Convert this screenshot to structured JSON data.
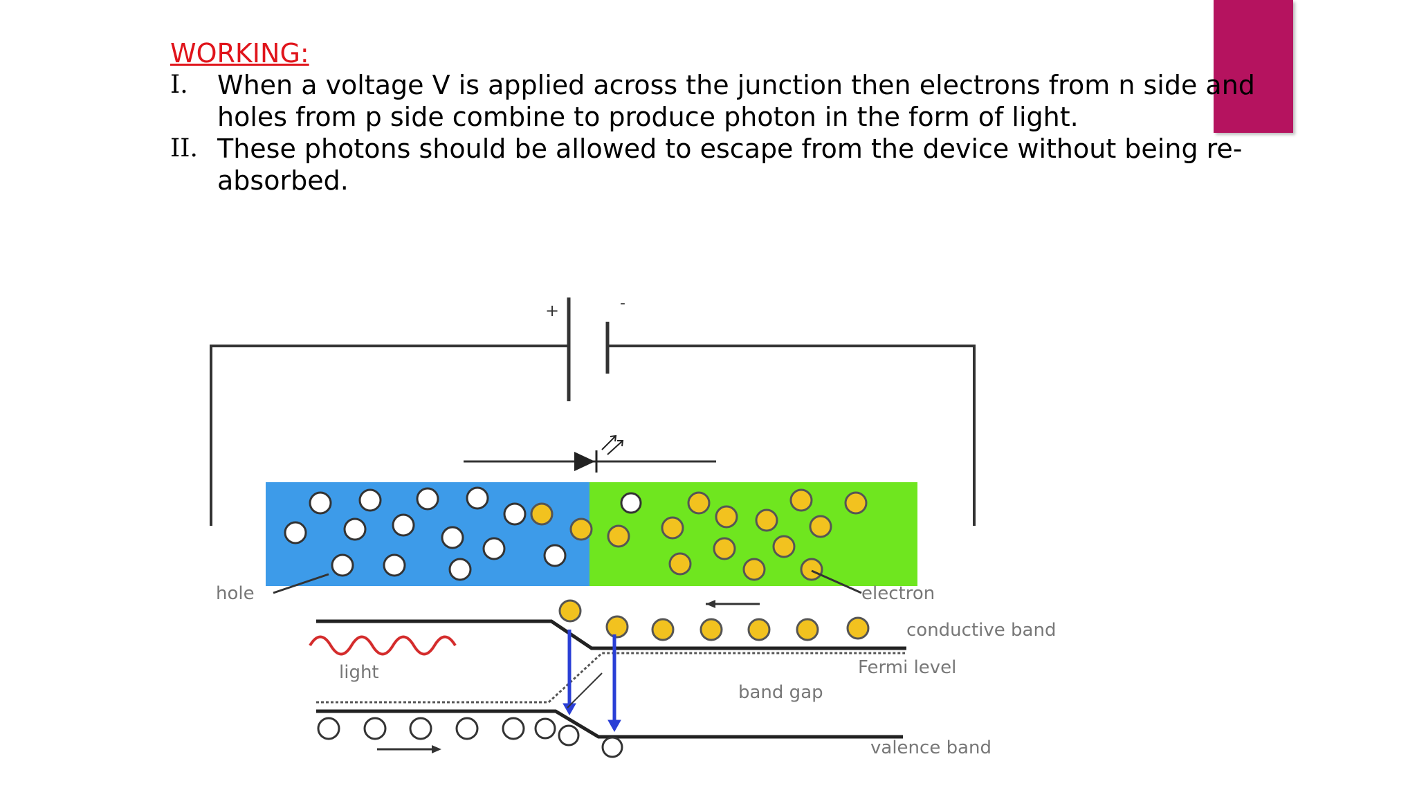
{
  "slide": {
    "heading": "WORKING:",
    "points": [
      {
        "marker": "I.",
        "text": "When a voltage V is applied across the junction then electrons from n side and holes from p side combine to produce photon in the form of light."
      },
      {
        "marker": "II.",
        "text": "These photons should be allowed to escape from the device without being re-absorbed."
      }
    ]
  },
  "diagram": {
    "battery": {
      "plus": "+",
      "minus": "-"
    },
    "labels": {
      "hole": "hole",
      "electron": "electron",
      "light": "light",
      "conductive_band": "conductive band",
      "fermi_level": "Fermi level",
      "band_gap": "band gap",
      "valence_band": "valence band"
    }
  },
  "colors": {
    "accent": "#B5135F",
    "heading": "#E0141B",
    "p_region": "#3D9BE9",
    "n_region": "#6FE61F",
    "electron": "#F2C21F",
    "light_wave": "#D42C2C",
    "transition_arrow": "#2A3FD6"
  }
}
